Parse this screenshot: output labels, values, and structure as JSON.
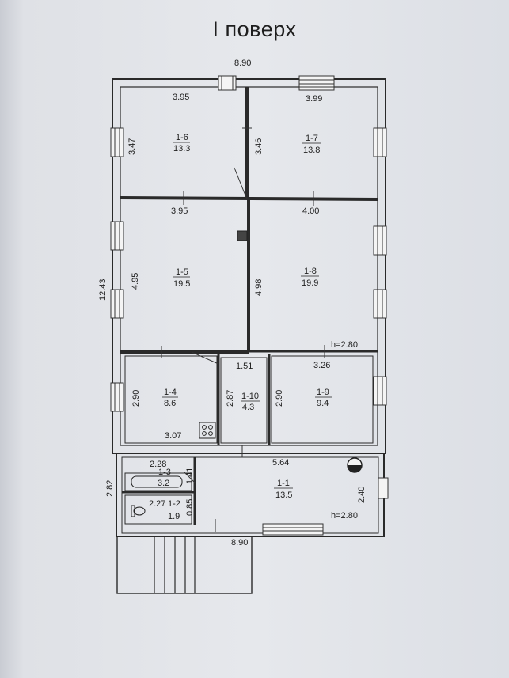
{
  "title": "І поверх",
  "dims": {
    "top_total": "8.90",
    "r6_w": "3.95",
    "r7_w": "3.99",
    "r6_h": "3.47",
    "r7_h": "3.46",
    "r5_w": "3.95",
    "r8_w": "4.00",
    "total_h": "12.43",
    "r5_h": "4.95",
    "r8_h": "4.98",
    "h_main": "h=2.80",
    "r10_w": "1.51",
    "r9_w": "3.26",
    "r4_h": "2.90",
    "r10_h": "2.87",
    "r9_h": "2.90",
    "r4_w": "3.07",
    "annex_w": "5.64",
    "r3_w": "2.28",
    "r3_h": "1.41",
    "annex_h_left": "2.82",
    "r1_h": "2.40",
    "r2_w": "2.27",
    "r2_h": "0.85",
    "h_annex": "h=2.80",
    "bottom_total": "8.90"
  },
  "rooms": {
    "r1": {
      "id": "1-1",
      "area": "13.5"
    },
    "r2": {
      "id": "1-2",
      "area": "1.9"
    },
    "r3": {
      "id": "1-3",
      "area": "3.2"
    },
    "r4": {
      "id": "1-4",
      "area": "8.6"
    },
    "r5": {
      "id": "1-5",
      "area": "19.5"
    },
    "r6": {
      "id": "1-6",
      "area": "13.3"
    },
    "r7": {
      "id": "1-7",
      "area": "13.8"
    },
    "r8": {
      "id": "1-8",
      "area": "19.9"
    },
    "r9": {
      "id": "1-9",
      "area": "9.4"
    },
    "r10": {
      "id": "1-10",
      "area": "4.3"
    }
  }
}
